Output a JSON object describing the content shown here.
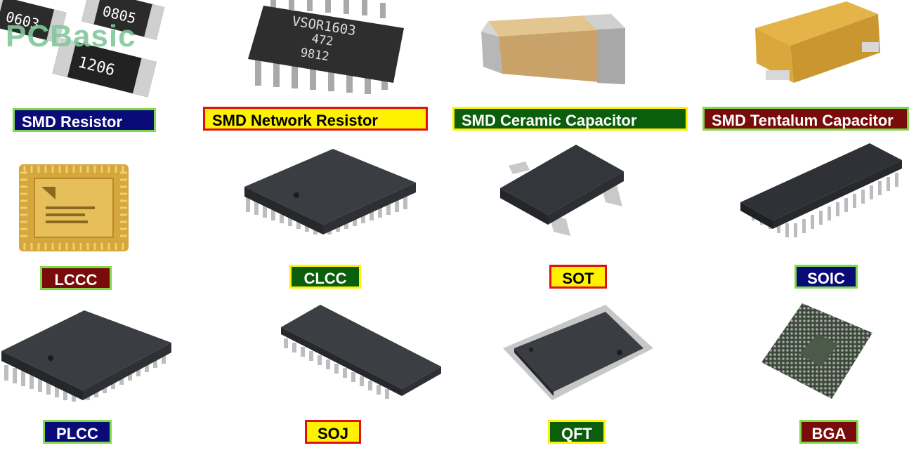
{
  "brand": {
    "name": "PCBasic"
  },
  "colors": {
    "navy": "#0a0a78",
    "maroon": "#7a0b0b",
    "green": "#0b5e0b",
    "yellow": "#fff200",
    "lightgreen": "#7fd94a",
    "red": "#e01010",
    "logo": "#7fc89a"
  },
  "components": [
    {
      "label": "SMD Resistor",
      "icon": "smd-resistor-icon",
      "markings": [
        "0603",
        "0805",
        "1206"
      ]
    },
    {
      "label": "SMD Network Resistor",
      "icon": "network-resistor-icon",
      "markings": [
        "VSOR1603",
        "472",
        "9812"
      ]
    },
    {
      "label": "SMD Ceramic Capacitor",
      "icon": "ceramic-capacitor-icon"
    },
    {
      "label": "SMD Tentalum Capacitor",
      "icon": "tantalum-capacitor-icon"
    },
    {
      "label": "LCCC",
      "icon": "lccc-chip-icon"
    },
    {
      "label": "CLCC",
      "icon": "clcc-chip-icon"
    },
    {
      "label": "SOT",
      "icon": "sot-chip-icon"
    },
    {
      "label": "SOIC",
      "icon": "soic-chip-icon"
    },
    {
      "label": "PLCC",
      "icon": "plcc-chip-icon"
    },
    {
      "label": "SOJ",
      "icon": "soj-chip-icon"
    },
    {
      "label": "QFT",
      "icon": "qft-chip-icon"
    },
    {
      "label": "BGA",
      "icon": "bga-chip-icon"
    }
  ]
}
